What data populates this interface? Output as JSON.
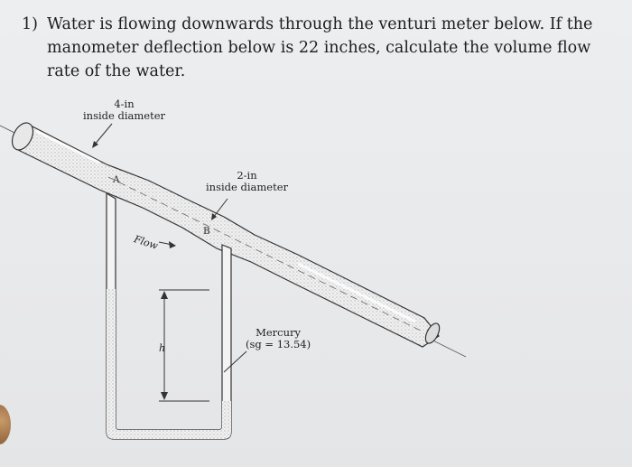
{
  "problem": {
    "number": "1)",
    "text": "Water is flowing downwards through the venturi meter below. If the manometer deflection below is 22 inches, calculate the volume flow rate of the water."
  },
  "diagram": {
    "label_4in_line1": "4-in",
    "label_4in_line2": "inside diameter",
    "label_2in_line1": "2-in",
    "label_2in_line2": "inside diameter",
    "label_flow": "Flow",
    "label_a": "A",
    "label_b": "B",
    "label_h": "h",
    "label_mercury_line1": "Mercury",
    "label_mercury_line2": "(sg = 13.54)"
  }
}
